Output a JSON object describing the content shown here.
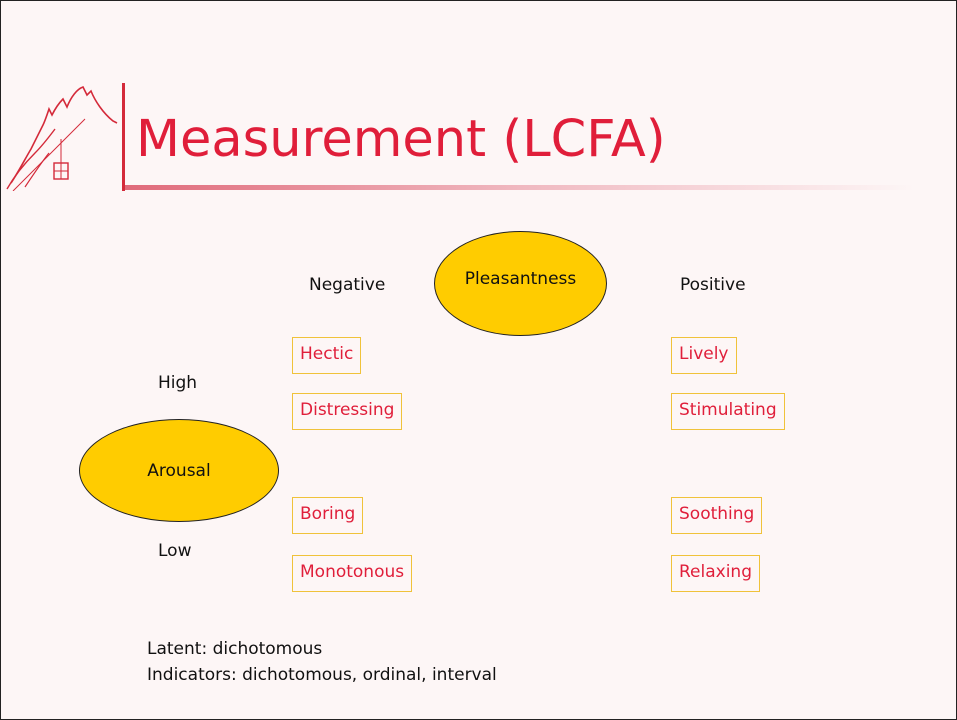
{
  "slide": {
    "title": "Measurement (LCFA)",
    "logo_icon": "mountain-cable-car-icon",
    "accent_color": "#e01e3a"
  },
  "diagram": {
    "pleasantness": {
      "label": "Pleasantness",
      "negative_label": "Negative",
      "positive_label": "Positive",
      "negative_items": [
        "Hectic",
        "Distressing",
        "Boring",
        "Monotonous"
      ],
      "positive_items": [
        "Lively",
        "Stimulating",
        "Soothing",
        "Relaxing"
      ]
    },
    "arousal": {
      "label": "Arousal",
      "high_label": "High",
      "low_label": "Low"
    },
    "ellipse_color": "#ffcc00"
  },
  "notes": [
    "Latent: dichotomous",
    "Indicators: dichotomous, ordinal, interval"
  ]
}
